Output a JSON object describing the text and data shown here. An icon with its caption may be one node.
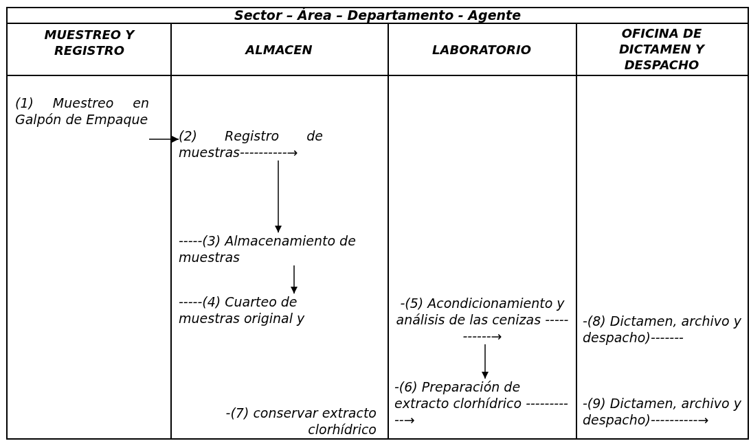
{
  "diagram": {
    "title": "Sector – Área – Departamento - Agente",
    "nodes": [
      {
        "text": [
          "MUESTREO Y REGISTRO"
        ]
      },
      {
        "text": [
          "ALMACEN"
        ]
      },
      {
        "text": [
          "LABORATORIO"
        ]
      },
      {
        "text": [
          "OFICINA DE DICTAMEN Y DESPACHO"
        ]
      },
      {
        "text": [
          "(1) Muestreo en Galpón de Empaque"
        ],
        "in": 0
      },
      {
        "text": [
          "(2) Registro de muestras----------→"
        ],
        "in": 1
      },
      {
        "text": [
          "-----(3) Almacenamiento de muestras"
        ],
        "in": 1
      },
      {
        "text": [
          "-----(4) Cuarteo de muestras original y"
        ],
        "in": 1
      },
      {
        "text": [
          "-(7) conservar extracto clorhídrico"
        ],
        "in": 1
      },
      {
        "text": [
          "-(5) Acondicionamiento y análisis de las cenizas -----------→"
        ],
        "in": 2
      },
      {
        "text": [
          "-(6) Preparación de extracto clorhídrico -----------→"
        ],
        "in": 2
      },
      {
        "text": [
          "-(8) Dictamen, archivo y despacho)-------"
        ],
        "in": 3
      },
      {
        "text": [
          "-(9) Dictamen, archivo y despacho)----------→"
        ],
        "in": 3
      }
    ],
    "edges": [
      {
        "from": 4,
        "to": 5,
        "arrow": "to"
      },
      {
        "from": 5,
        "to": 6,
        "arrow": "to"
      },
      {
        "from": 6,
        "to": 7,
        "arrow": "to"
      },
      {
        "from": 9,
        "to": 10,
        "arrow": "to"
      }
    ]
  }
}
